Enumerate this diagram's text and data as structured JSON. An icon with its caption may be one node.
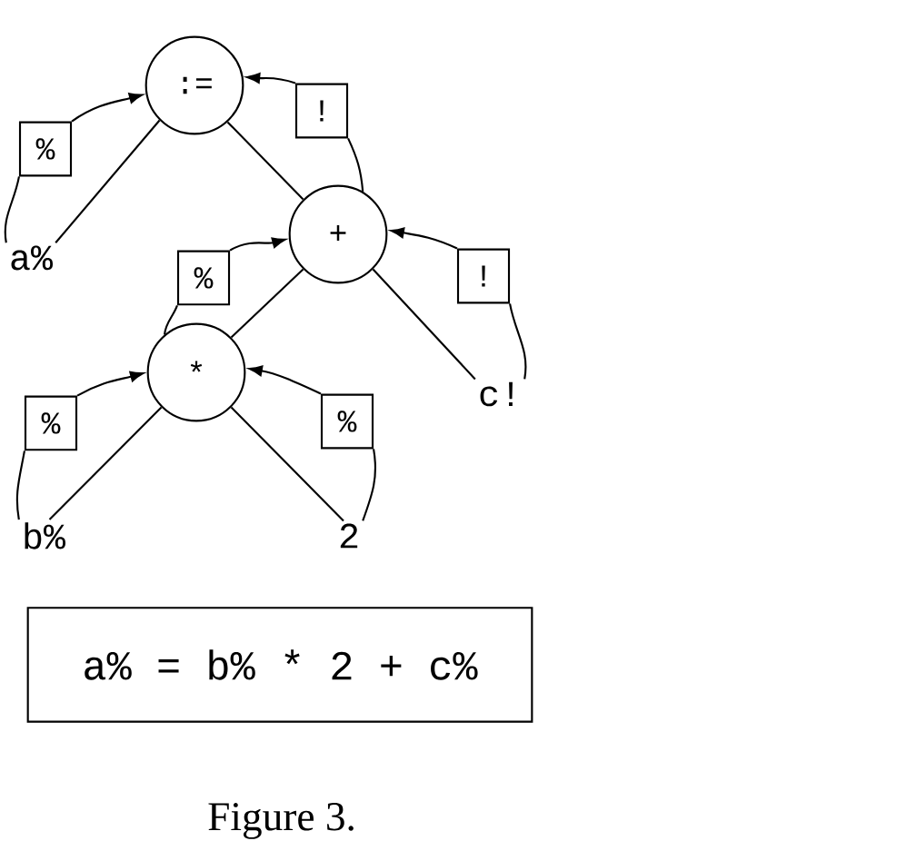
{
  "diagram": {
    "nodes": [
      {
        "text": [
          ":="
        ]
      },
      {
        "text": [
          "+"
        ]
      },
      {
        "text": [
          "*"
        ]
      },
      {
        "text": [
          "a%"
        ]
      },
      {
        "text": [
          "c!"
        ]
      },
      {
        "text": [
          "b%"
        ]
      },
      {
        "text": [
          "2"
        ]
      },
      {
        "text": [
          "%"
        ]
      },
      {
        "text": [
          "!"
        ]
      },
      {
        "text": [
          "%"
        ]
      },
      {
        "text": [
          "!"
        ]
      },
      {
        "text": [
          "%"
        ]
      },
      {
        "text": [
          "%"
        ]
      },
      {
        "text": [
          "a% = b% * 2 + c%"
        ]
      }
    ],
    "edges": [
      {
        "from": 0,
        "to": 3,
        "arrow": "none"
      },
      {
        "from": 0,
        "to": 1,
        "arrow": "none"
      },
      {
        "from": 1,
        "to": 2,
        "arrow": "none"
      },
      {
        "from": 1,
        "to": 4,
        "arrow": "none"
      },
      {
        "from": 2,
        "to": 5,
        "arrow": "none"
      },
      {
        "from": 2,
        "to": 6,
        "arrow": "none"
      },
      {
        "from": 3,
        "to": 7,
        "arrow": "none"
      },
      {
        "from": 7,
        "to": 0,
        "arrow": "to"
      },
      {
        "from": 1,
        "to": 8,
        "arrow": "none"
      },
      {
        "from": 8,
        "to": 0,
        "arrow": "to"
      },
      {
        "from": 2,
        "to": 9,
        "arrow": "none"
      },
      {
        "from": 9,
        "to": 1,
        "arrow": "to"
      },
      {
        "from": 4,
        "to": 10,
        "arrow": "none"
      },
      {
        "from": 10,
        "to": 1,
        "arrow": "to"
      },
      {
        "from": 5,
        "to": 11,
        "arrow": "none"
      },
      {
        "from": 11,
        "to": 2,
        "arrow": "to"
      },
      {
        "from": 6,
        "to": 12,
        "arrow": "none"
      },
      {
        "from": 12,
        "to": 2,
        "arrow": "to"
      }
    ],
    "caption": "Figure 3."
  }
}
